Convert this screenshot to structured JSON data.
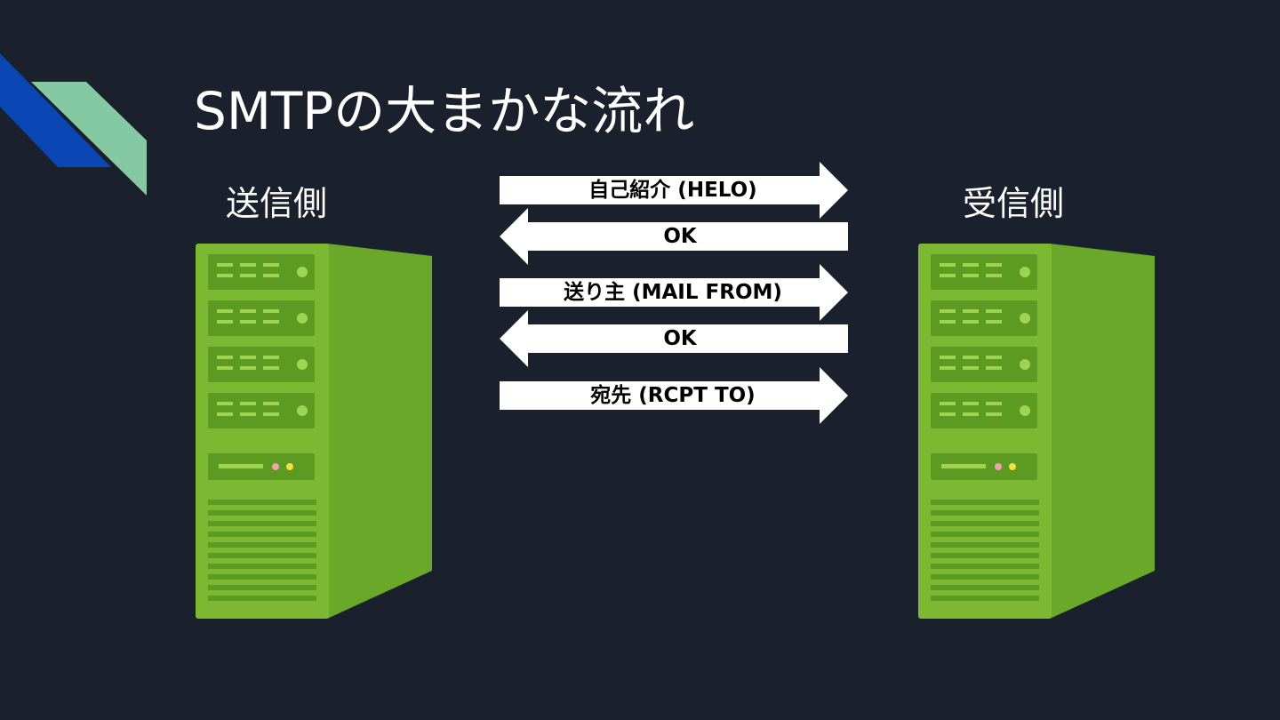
{
  "slide": {
    "title": "SMTPの大まかな流れ"
  },
  "sender": {
    "label": "送信側"
  },
  "receiver": {
    "label": "受信側"
  },
  "steps": [
    {
      "label": "自己紹介 (HELO)",
      "direction": "right"
    },
    {
      "label": "OK",
      "direction": "left"
    },
    {
      "label": "送り主 (MAIL FROM)",
      "direction": "right"
    },
    {
      "label": "OK",
      "direction": "left"
    },
    {
      "label": "宛先 (RCPT TO)",
      "direction": "right"
    }
  ],
  "colors": {
    "background": "#1b202d",
    "server_green": "#7cb832",
    "server_dark": "#4e8a1c",
    "arrow": "#ffffff",
    "deco_blue": "#0a46b4",
    "deco_teal": "#84c8a4"
  },
  "icons": {
    "server": "server-tower-icon"
  }
}
